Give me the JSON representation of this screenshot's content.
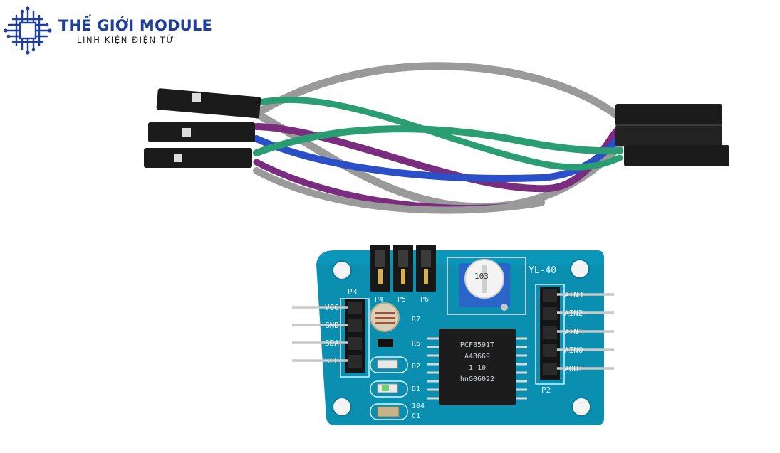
{
  "brand": {
    "title": "THẾ GIỚI MODULE",
    "subtitle": "LINH KIỆN ĐIỆN TỬ",
    "color": "#1f3f9c"
  },
  "board": {
    "model": "YL-40",
    "color": "#0a8fb0",
    "left_pins": [
      "VCC",
      "GND",
      "SDA",
      "SCL"
    ],
    "left_header": "P3",
    "right_pins": [
      "AIN3",
      "AIN2",
      "AIN1",
      "AIN0",
      "AOUT"
    ],
    "right_header": "P2",
    "jumper_labels": [
      "P4",
      "P5",
      "P6"
    ],
    "component_labels": [
      "R7",
      "R6",
      "D2",
      "D1",
      "104",
      "C1"
    ],
    "pot_label": "103",
    "chip_lines": [
      "PCF8591T",
      "A48669",
      "1  10",
      "hnG06022"
    ]
  },
  "wires": {
    "colors": [
      "#9a9a9a",
      "#7a2d7e",
      "#2b4fc7",
      "#2a9d73"
    ]
  }
}
